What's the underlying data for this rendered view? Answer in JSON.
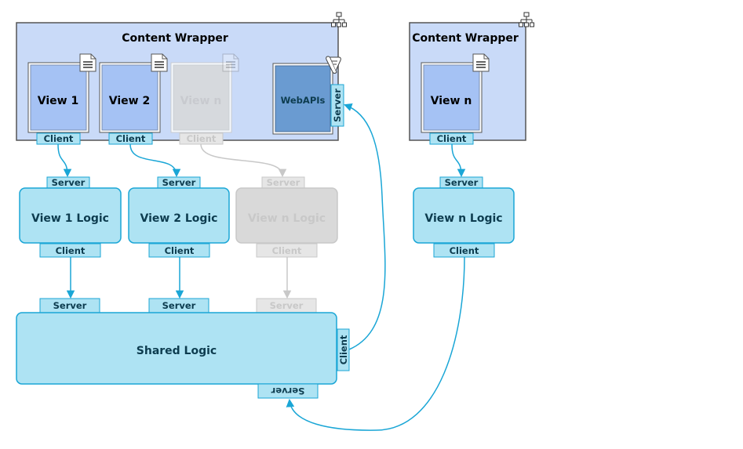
{
  "colors": {
    "wrapper_fill": "#c9daf8",
    "view_fill": "#a5c2f4",
    "webapi_fill": "#6a9bd1",
    "logic_fill": "#aee3f3",
    "logic_stroke": "#1aa6d6",
    "port_fill": "#aee3f3",
    "arrow": "#1aa6d6",
    "ghost_fill": "#d9d9d9",
    "ghost_stroke": "#c8c8c8"
  },
  "wrappers": [
    {
      "title": "Content Wrapper",
      "icon": "sitemap-icon"
    },
    {
      "title": "Content Wrapper",
      "icon": "sitemap-icon"
    }
  ],
  "views": [
    {
      "label": "View 1",
      "port": "Client",
      "icon": "document-icon"
    },
    {
      "label": "View 2",
      "port": "Client",
      "icon": "document-icon"
    },
    {
      "label": "View n",
      "port": "Client",
      "icon": "document-icon",
      "ghost": true
    },
    {
      "label": "View n",
      "port": "Client",
      "icon": "document-icon"
    }
  ],
  "webapis": {
    "label": "WebAPIs",
    "port": "Server",
    "icon": "scroll-icon"
  },
  "logic": [
    {
      "label": "View 1 Logic",
      "server": "Server",
      "client": "Client"
    },
    {
      "label": "View 2 Logic",
      "server": "Server",
      "client": "Client"
    },
    {
      "label": "View n Logic",
      "server": "Server",
      "client": "Client",
      "ghost": true
    },
    {
      "label": "View n Logic",
      "server": "Server",
      "client": "Client"
    }
  ],
  "shared": {
    "label": "Shared Logic",
    "server_ports": [
      "Server",
      "Server",
      "Server"
    ],
    "client_port": "Client",
    "bottom_server_port": "Server"
  }
}
